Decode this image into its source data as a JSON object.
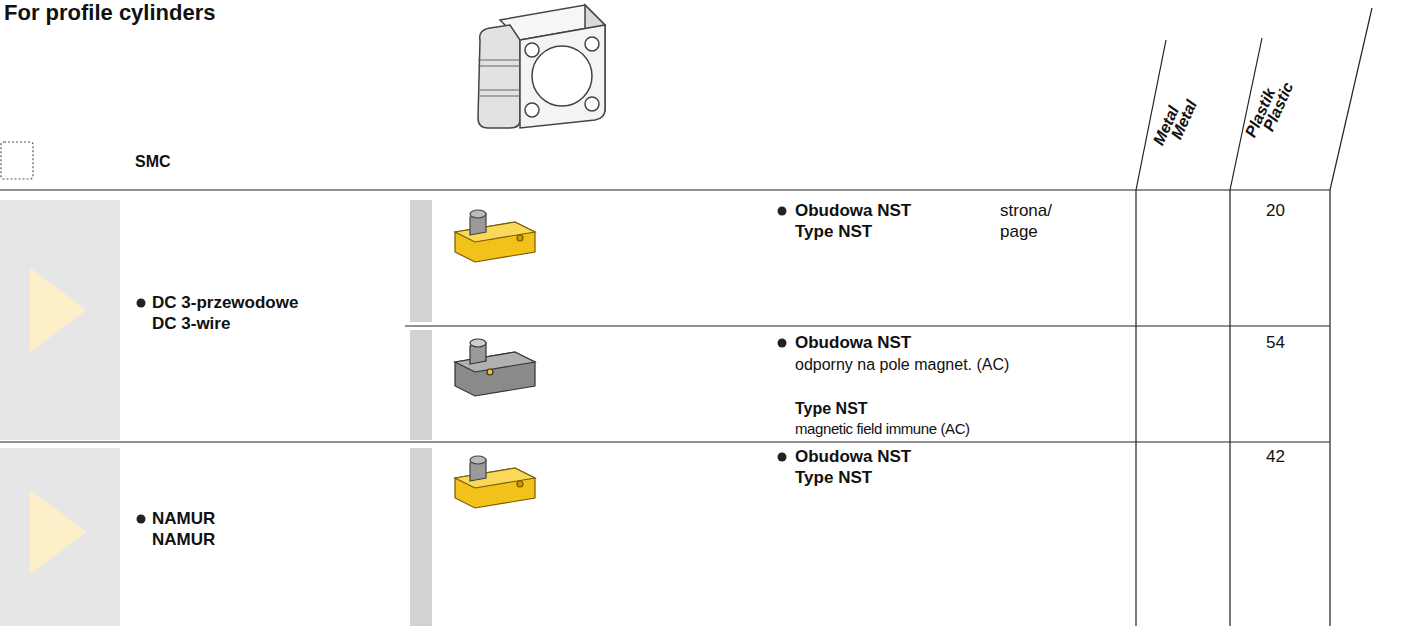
{
  "diagram": {
    "title": "For profile cylinders",
    "nodes": [
      {
        "text": [
          "DC 3-przewodowe",
          "DC 3-wire"
        ]
      },
      {
        "text": [
          "NAMUR",
          "NAMUR"
        ]
      }
    ],
    "labels": [
      "SMC",
      "Metal",
      "Metal",
      "Plastik",
      "Plastic",
      "Obudowa NST",
      "Type NST",
      "strona/",
      "page",
      "20",
      "Obudowa NST",
      "odporny na pole magnet. (AC)",
      "Type NST",
      "magnetic field immune (AC)",
      "54",
      "Obudowa NST",
      "Type NST",
      "42"
    ]
  }
}
